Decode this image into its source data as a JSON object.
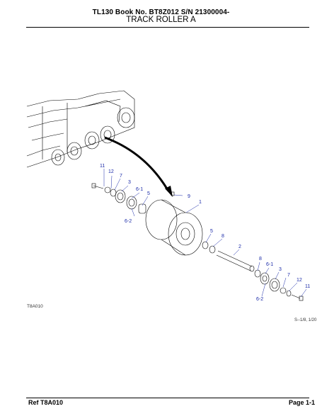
{
  "header": {
    "model_line": "TL130  Book No. BT8Z012  S/N 21300004-",
    "title": "TRACK ROLLER A"
  },
  "figure": {
    "code": "T8A010",
    "scale_note": "S--1/8, 1/20",
    "callouts": [
      "11",
      "12",
      "7",
      "3",
      "6-1",
      "5",
      "6-2",
      "9",
      "1",
      "5",
      "8",
      "2",
      "8",
      "6-1",
      "3",
      "7",
      "12",
      "11",
      "6-2"
    ],
    "callout_color": "#1a2aa8"
  },
  "footer": {
    "ref_label": "Ref   T8A010",
    "page_label": "Page   1-1"
  }
}
